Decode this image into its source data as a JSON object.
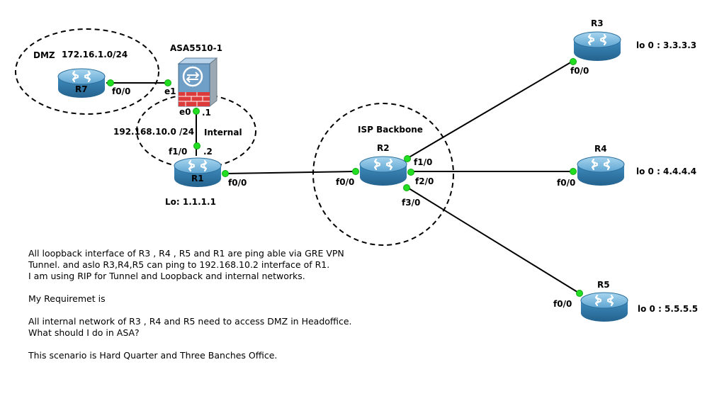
{
  "zones": {
    "dmz_title": "DMZ",
    "dmz_subnet": "172.16.1.0/24",
    "internal_subnet": "192.168.10.0 /24",
    "internal_title": "Internal",
    "isp_title": "ISP Backbone"
  },
  "devices": {
    "r7": "R7",
    "asa": "ASA5510-1",
    "r1": "R1",
    "r2": "R2",
    "r3": "R3",
    "r4": "R4",
    "r5": "R5"
  },
  "interfaces": {
    "r7_f00": "f0/0",
    "asa_e1": "e1",
    "asa_e0": "e0",
    "asa_dot1": ".1",
    "r1_f10": "f1/0",
    "r1_dot2": ".2",
    "r1_f00": "f0/0",
    "r2_f00": "f0/0",
    "r2_f10": "f1/0",
    "r2_f20": "f2/0",
    "r2_f30": "f3/0",
    "r3_f00": "f0/0",
    "r4_f00": "f0/0",
    "r5_f00": "f0/0"
  },
  "loopbacks": {
    "r1": "Lo: 1.1.1.1",
    "r3": "lo 0 : 3.3.3.3",
    "r4": "lo 0 : 4.4.4.4",
    "r5": "lo 0 : 5.5.5.5"
  },
  "description": {
    "line1": "All loopback interface of R3 , R4 , R5 and R1 are ping able via GRE VPN",
    "line2": "Tunnel. and aslo R3,R4,R5 can ping to 192.168.10.2 interface of R1.",
    "line3": "I am using RIP for Tunnel and Loopback and internal networks.",
    "line4": "My Requiremet is",
    "line5": "All internal network of R3 , R4 and R5 need to access DMZ in Headoffice.",
    "line6": "What should I do in ASA?",
    "line7": "This scenario is Hard Quarter and Three Banches Office."
  },
  "colors": {
    "router_body": "#3b87b8",
    "router_top": "#86bfe0",
    "port_dot": "#22dd22",
    "firewall_brick": "#e23b3b"
  }
}
